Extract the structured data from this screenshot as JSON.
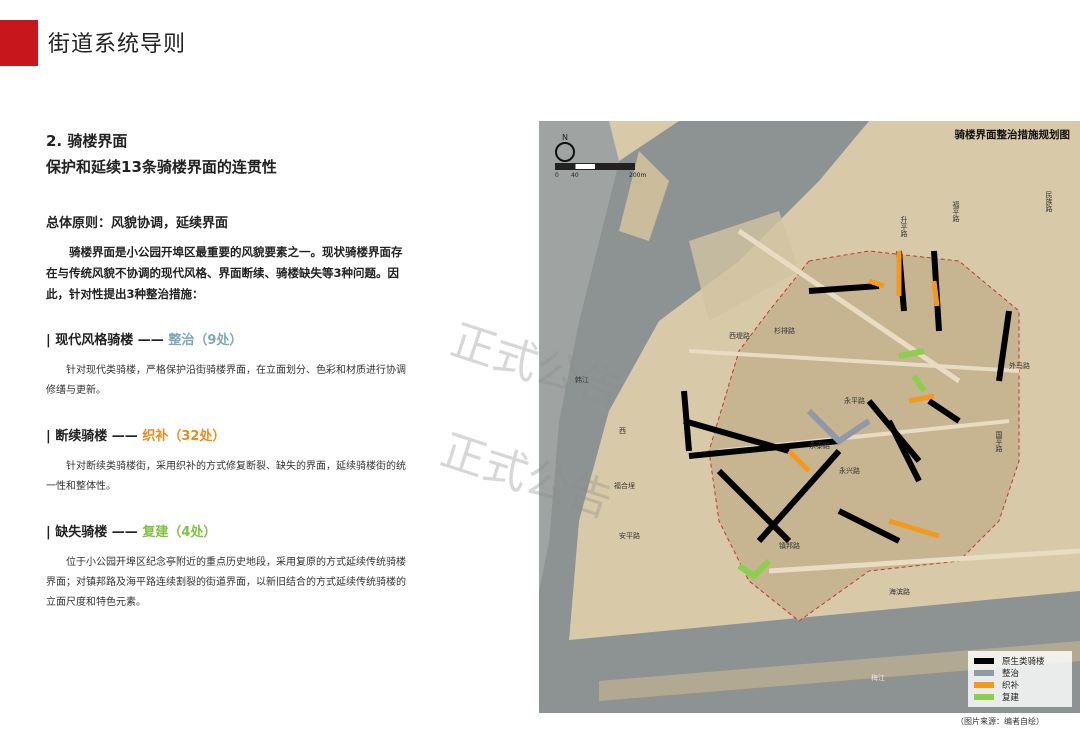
{
  "header": {
    "title": "街道系统导则"
  },
  "section": {
    "number_title": "2. 骑楼界面",
    "subtitle": "保护和延续13条骑楼界面的连贯性",
    "principle": "总体原则：风貌协调，延续界面",
    "intro": "骑楼界面是小公园开埠区最重要的风貌要素之一。现状骑楼界面存在与传统风貌不协调的现代风格、界面断续、骑楼缺失等3种问题。因此，针对性提出3种整治措施："
  },
  "measures": [
    {
      "title": "| 现代风格骑楼 —— ",
      "action": "整治（9处）",
      "color": "#7fa7b8",
      "desc": "针对现代类骑楼，严格保护沿街骑楼界面，在立面划分、色彩和材质进行协调修缮与更新。"
    },
    {
      "title": "| 断续骑楼 —— ",
      "action": "织补（32处）",
      "color": "#ef8a1c",
      "desc": "针对断续类骑楼街，采用织补的方式修复断裂、缺失的界面，延续骑楼街的统一性和整体性。"
    },
    {
      "title": "| 缺失骑楼 —— ",
      "action": "复建（4处）",
      "color": "#7fc241",
      "desc": "位于小公园开埠区纪念亭附近的重点历史地段，采用复原的方式延续传统骑楼界面；对镇邦路及海平路连续割裂的街道界面，以新旧结合的方式延续传统骑楼的立面尺度和特色元素。"
    }
  ],
  "watermarks": [
    "正式公告",
    "正式公告"
  ],
  "map": {
    "title": "骑楼界面整治措施规划图",
    "compass": "N",
    "scale_labels": [
      "0",
      "40",
      "200m"
    ],
    "street_labels": [
      "西堤路",
      "福平路",
      "民族路",
      "升平路",
      "杉排路",
      "韩江",
      "永泰路",
      "永平路",
      "永兴路",
      "国平路",
      "外马路",
      "镇邦路",
      "安平路",
      "海滨路",
      "福合埕",
      "西",
      "梅江"
    ],
    "legend": [
      {
        "label": "原生类骑楼",
        "color": "#000000"
      },
      {
        "label": "整治",
        "color": "#8f9aa6"
      },
      {
        "label": "织补",
        "color": "#f39a1e"
      },
      {
        "label": "复建",
        "color": "#8ccf4f"
      }
    ]
  },
  "source": "（图片来源：编者自绘）"
}
